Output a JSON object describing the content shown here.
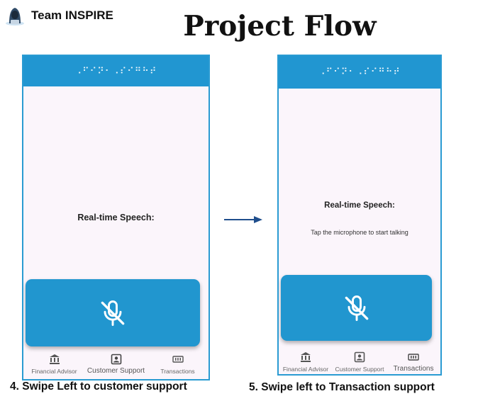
{
  "header": {
    "team_name": "Team INSPIRE",
    "title": "Project Flow"
  },
  "phone_left": {
    "app_bar_braille": "⠠⠋⠊⠝⠂⠠⠎⠊⠛⠓⠞",
    "speech_label": "Real-time Speech:",
    "mic_icon": "mic-off-icon",
    "nav": [
      {
        "label": "Financial Advisor",
        "icon": "bank-icon",
        "active": false
      },
      {
        "label": "Customer Support",
        "icon": "contact-card-icon",
        "active": true
      },
      {
        "label": "Transactions",
        "icon": "transactions-icon",
        "active": false
      }
    ]
  },
  "phone_right": {
    "app_bar_braille": "⠠⠋⠊⠝⠂⠠⠎⠊⠛⠓⠞",
    "speech_label": "Real-time Speech:",
    "hint": "Tap the microphone to start talking",
    "mic_icon": "mic-off-icon",
    "nav": [
      {
        "label": "Financial Advisor",
        "icon": "bank-icon",
        "active": false
      },
      {
        "label": "Customer Support",
        "icon": "contact-card-icon",
        "active": false
      },
      {
        "label": "Transactions",
        "icon": "transactions-icon",
        "active": true
      }
    ]
  },
  "captions": {
    "left": "4. Swipe Left to customer support",
    "right": "5. Swipe left to Transaction support"
  },
  "colors": {
    "primary": "#2196d1",
    "screen_bg": "#fbf5fb",
    "frame": "#2a9bd2",
    "arrow": "#1f4e8c"
  }
}
